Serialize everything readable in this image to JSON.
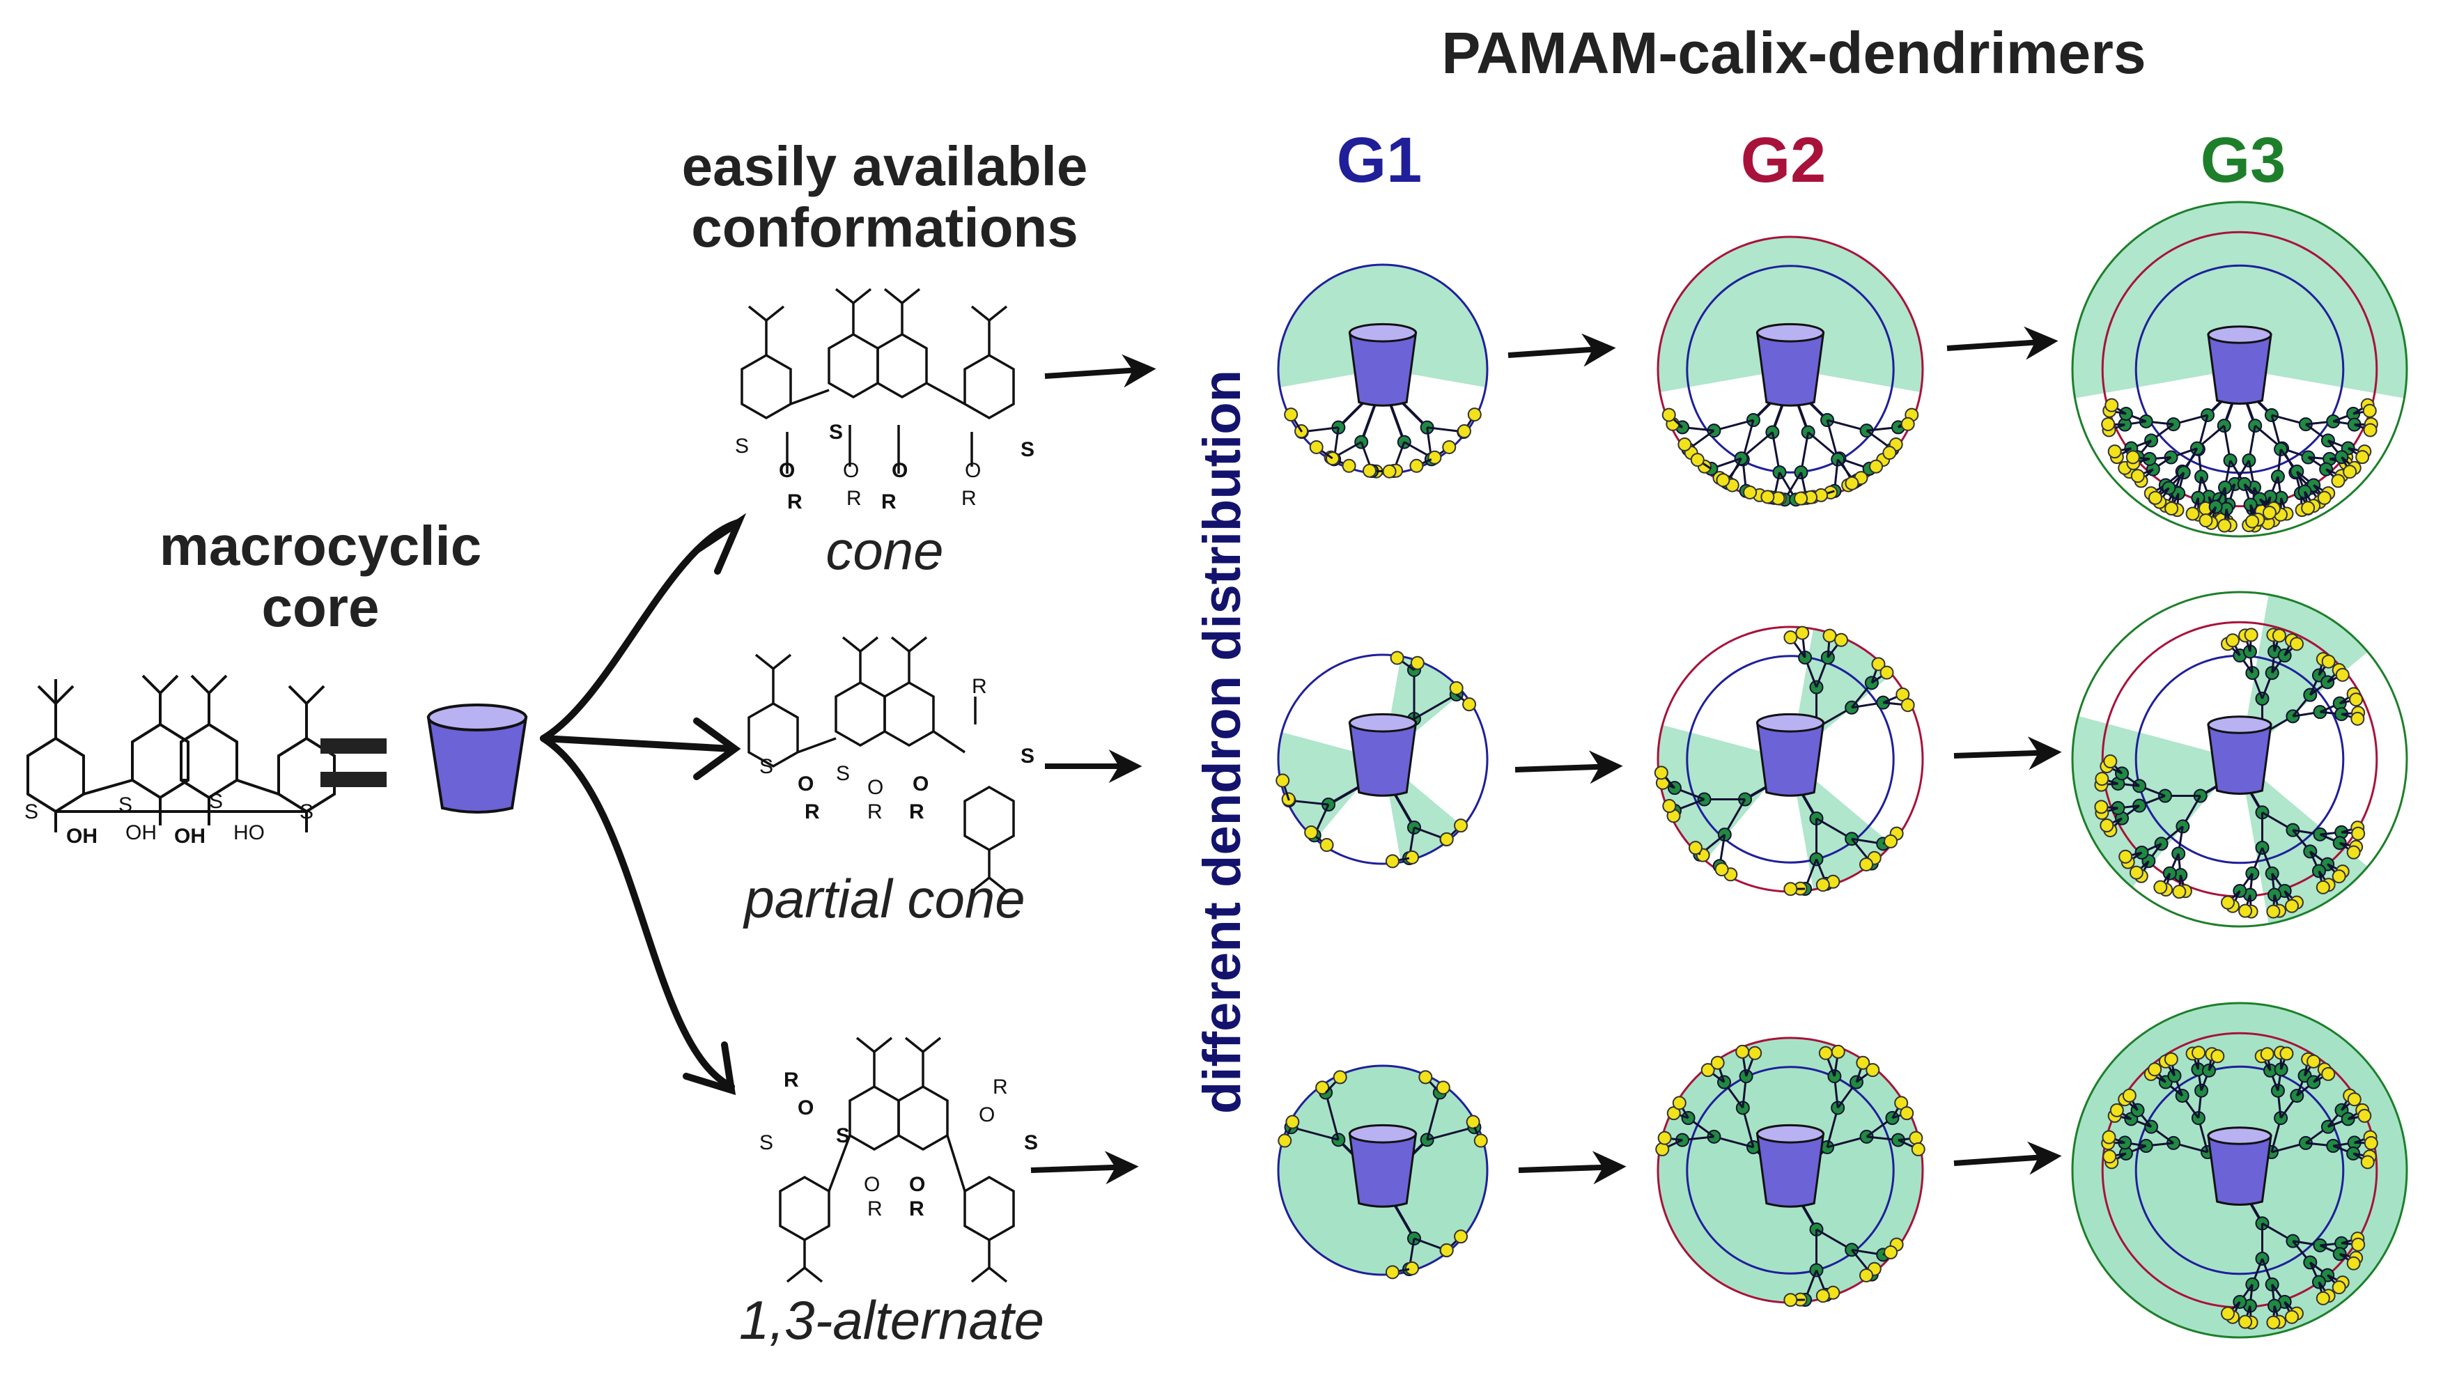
{
  "title": "PAMAM-calix-dendrimers",
  "core_label": [
    "macrocyclic",
    "core"
  ],
  "conformations_heading": [
    "easily available",
    "conformations"
  ],
  "conformations": [
    "cone",
    "partial cone",
    "1,3-alternate"
  ],
  "vertical_label": "different dendron distribution",
  "generations": [
    {
      "label": "G1",
      "color": "#1f1f9a"
    },
    {
      "label": "G2",
      "color": "#a8123a"
    },
    {
      "label": "G3",
      "color": "#1d7f2a"
    }
  ],
  "atom_labels": {
    "S": "S",
    "OH": "OH",
    "HO": "HO",
    "O": "O",
    "R": "R"
  },
  "colors": {
    "cup": "#6b63d6",
    "dendron_fill": "#a6e3c6",
    "node_dark": "#1f8a40",
    "node_light": "#8fd4b3",
    "terminal": "#f2e21a"
  }
}
